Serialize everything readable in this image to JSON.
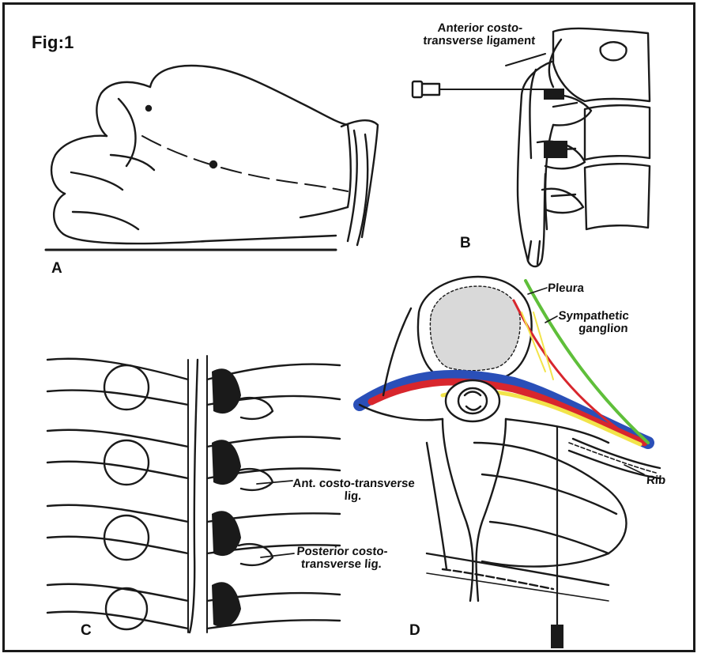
{
  "figure_label": "Fig:1",
  "panels": {
    "a": "A",
    "b": "B",
    "c": "C",
    "d": "D"
  },
  "annotations": {
    "anterior_ligament_b": "Anterior costo-\ntransverse ligament",
    "ant_ligament_c": "Ant. costo-transverse\nlig.",
    "posterior_ligament_c": "Posterior costo-\ntransverse lig.",
    "pleura": "Pleura",
    "sympathetic_ganglion": "Sympathetic\nganglion",
    "rib": "Rib"
  },
  "colors": {
    "pleura": "#5fbf3a",
    "nerve_root": "#f2e44a",
    "fat": "#d8262d",
    "dura": "#2a4fb8",
    "sympathetic": "#d8262d",
    "ink": "#1a1a1a"
  }
}
